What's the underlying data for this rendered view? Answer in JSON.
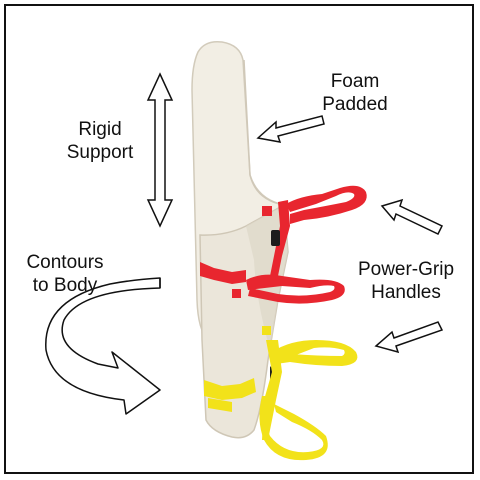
{
  "labels": {
    "rigid_support": [
      "Rigid",
      "Support"
    ],
    "foam_padded": [
      "Foam",
      "Padded"
    ],
    "contours_to_body": [
      "Contours",
      "to Body"
    ],
    "power_grip_handles": [
      "Power-Grip",
      "Handles"
    ]
  },
  "colors": {
    "foam": "#f2eee4",
    "foam_shade": "#ddd7c8",
    "red_strap": "#e8262f",
    "yellow_strap": "#f2e21a",
    "buckle": "#1c1c1c",
    "outline": "#111111"
  },
  "icons": [
    "double-headed-arrow-icon",
    "curved-arrow-icon",
    "outline-arrow-icon"
  ]
}
